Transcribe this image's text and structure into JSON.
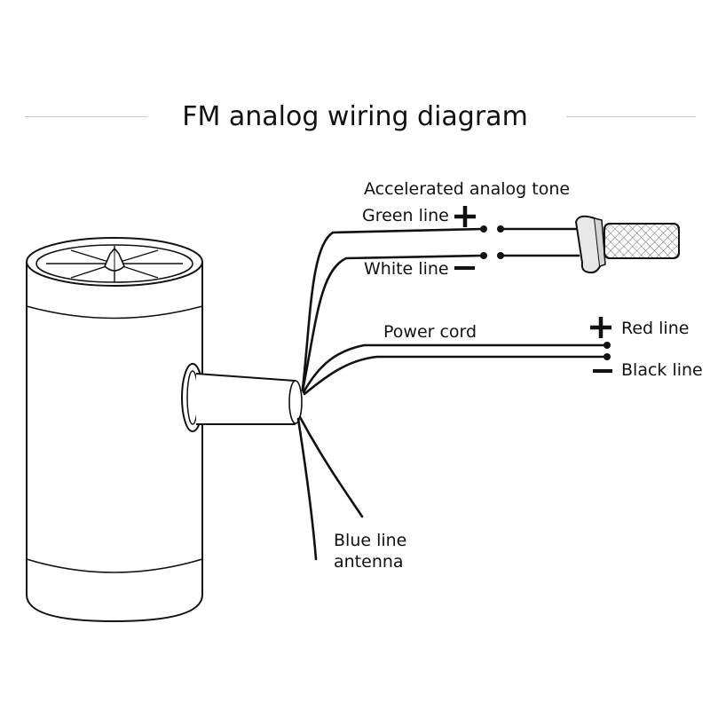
{
  "title": "FM analog wiring diagram",
  "labels": {
    "accelerated_tone": "Accelerated analog tone",
    "green_line": "Green line",
    "white_line": "White line",
    "power_cord": "Power cord",
    "red_line": "Red line",
    "black_line": "Black line",
    "blue_line": "Blue line",
    "antenna": "antenna"
  },
  "colors": {
    "line": "#111111",
    "rule": "#c8c8c8",
    "background": "#ffffff"
  },
  "icons": [
    "plus-sign-icon",
    "minus-sign-icon"
  ]
}
